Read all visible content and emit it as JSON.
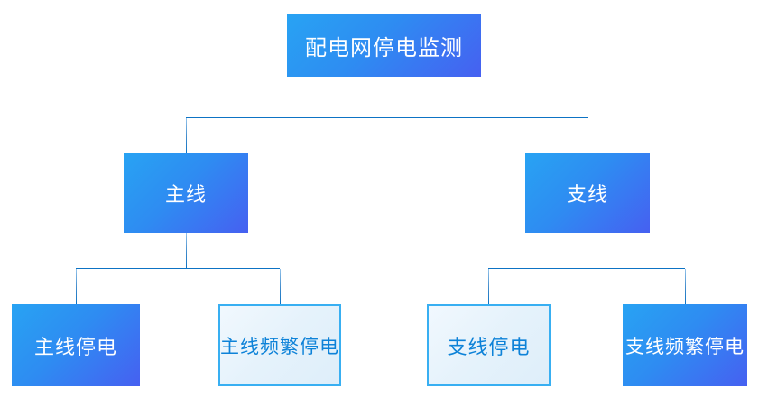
{
  "diagram": {
    "title": "配电网停电监测",
    "nodes": {
      "root": {
        "label": "配电网停电监测",
        "style": "solid"
      },
      "main": {
        "label": "主线",
        "style": "solid"
      },
      "branch": {
        "label": "支线",
        "style": "solid"
      },
      "main_outage": {
        "label": "主线停电",
        "style": "solid"
      },
      "main_frequent": {
        "label": "主线频繁停电",
        "style": "outline"
      },
      "branch_outage": {
        "label": "支线停电",
        "style": "outline"
      },
      "branch_frequent": {
        "label": "支线频繁停电",
        "style": "solid"
      }
    },
    "edges": [
      [
        "root",
        "main"
      ],
      [
        "root",
        "branch"
      ],
      [
        "main",
        "main_outage"
      ],
      [
        "main",
        "main_frequent"
      ],
      [
        "branch",
        "branch_outage"
      ],
      [
        "branch",
        "branch_frequent"
      ]
    ],
    "colors": {
      "node_gradient_start": "#28A3F3",
      "node_gradient_end": "#4660F1",
      "node_text_solid": "#FFFFFF",
      "outline_border": "#38AFF2",
      "outline_background": "#E5F2FB",
      "outline_text": "#0D82D8",
      "connector": "#0D73C4",
      "page_background": "#FFFFFF"
    }
  }
}
